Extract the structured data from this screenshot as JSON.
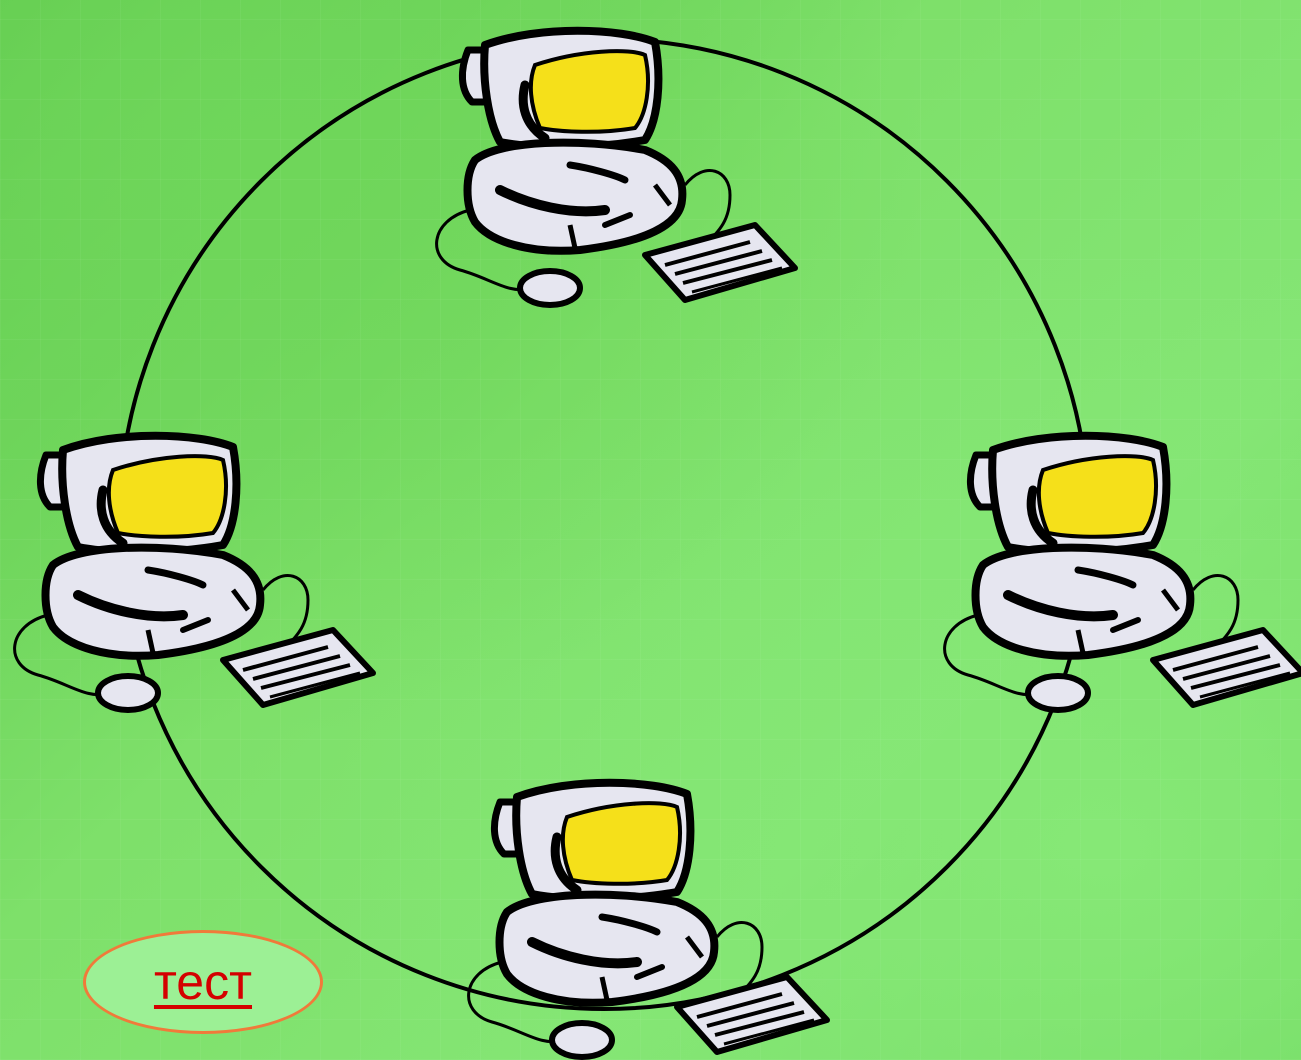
{
  "diagram": {
    "type": "ring-network-topology",
    "node_count": 4,
    "node_icon": "desktop-computer-icon",
    "ring_color": "#000000",
    "screen_color": "#f5e01a",
    "body_color": "#e6e6f0"
  },
  "test_button": {
    "label": "тест",
    "text_color": "#d40000",
    "border_color": "#f07a3a",
    "fill_color": "#9cf095"
  }
}
